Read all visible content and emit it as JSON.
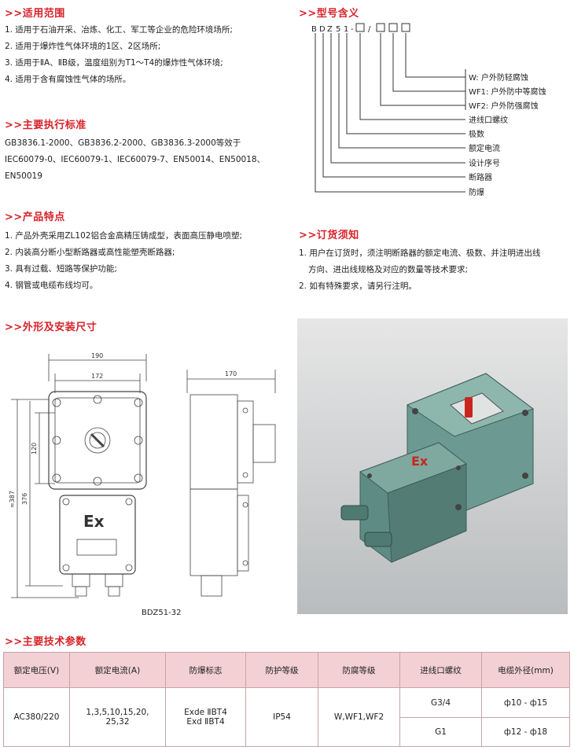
{
  "scope": {
    "heading": ">>适用范围",
    "items": [
      "1. 适用于石油开采、冶炼、化工、军工等企业的危险环境场所;",
      "2. 适用于爆炸性气体环境的1区、2区场所;",
      "3. 适用于ⅡA、ⅡB级，温度组别为T1～T4的爆炸性气体环境;",
      "4. 适用于含有腐蚀性气体的场所。"
    ]
  },
  "standards": {
    "heading": ">>主要执行标准",
    "lines": [
      "GB3836.1-2000、GB3836.2-2000、GB3836.3-2000等效于",
      "IEC60079-0、IEC60079-1、IEC60079-7、EN50014、EN50018、",
      "EN50019"
    ]
  },
  "features": {
    "heading": ">>产品特点",
    "items": [
      "1. 产品外壳采用ZL102铝合金高精压铸成型，表面高压静电喷塑;",
      "2. 内装高分断小型断路器或高性能塑壳断路器;",
      "3. 具有过载、短路等保护功能;",
      "4. 钢管或电缆布线均可。"
    ]
  },
  "model": {
    "heading": ">>型号含义",
    "code_letters": [
      "B",
      "D",
      "Z",
      "5",
      "1",
      "-"
    ],
    "code_slash": "/",
    "labels": {
      "w": "W:  户外防轻腐蚀",
      "wf1": "WF1:  户外防中等腐蚀",
      "wf2": "WF2:  户外防强腐蚀",
      "thread": "进线口螺纹",
      "poles": "极数",
      "current": "额定电流",
      "design": "设计序号",
      "breaker": "断路器",
      "explosion": "防爆"
    }
  },
  "ordering": {
    "heading": ">>订货须知",
    "lines": [
      "1. 用户在订货时，须注明断路器的额定电流、极数、并注明进出线",
      "方向、进出线规格及对应的数量等技术要求;",
      "2. 如有特殊要求，请另行注明。"
    ]
  },
  "dimensions": {
    "heading": ">>外形及安装尺寸",
    "dim_190": "190",
    "dim_172": "172",
    "dim_120": "120",
    "dim_387": "≈387",
    "dim_376": "376",
    "dim_170": "170",
    "ex_mark": "Ex",
    "drawing_caption": "BDZ51-32"
  },
  "photo": {
    "ex_mark": "Ex"
  },
  "specs": {
    "heading": ">>主要技术参数",
    "headers": [
      "额定电压(V)",
      "额定电流(A)",
      "防爆标志",
      "防护等级",
      "防腐等级",
      "进线口螺纹",
      "电缆外径(mm)"
    ],
    "voltage": "AC380/220",
    "current_1": "1,3,5,10,15,20,",
    "current_2": "25,32",
    "marking_1": "Exde ⅡBT4",
    "marking_2": "Exd ⅡBT4",
    "protection": "IP54",
    "corrosion": "W,WF1,WF2",
    "rows": [
      {
        "thread": "G3/4",
        "cable": "ф10 - ф15"
      },
      {
        "thread": "G1",
        "cable": "ф12 - ф18"
      }
    ]
  }
}
